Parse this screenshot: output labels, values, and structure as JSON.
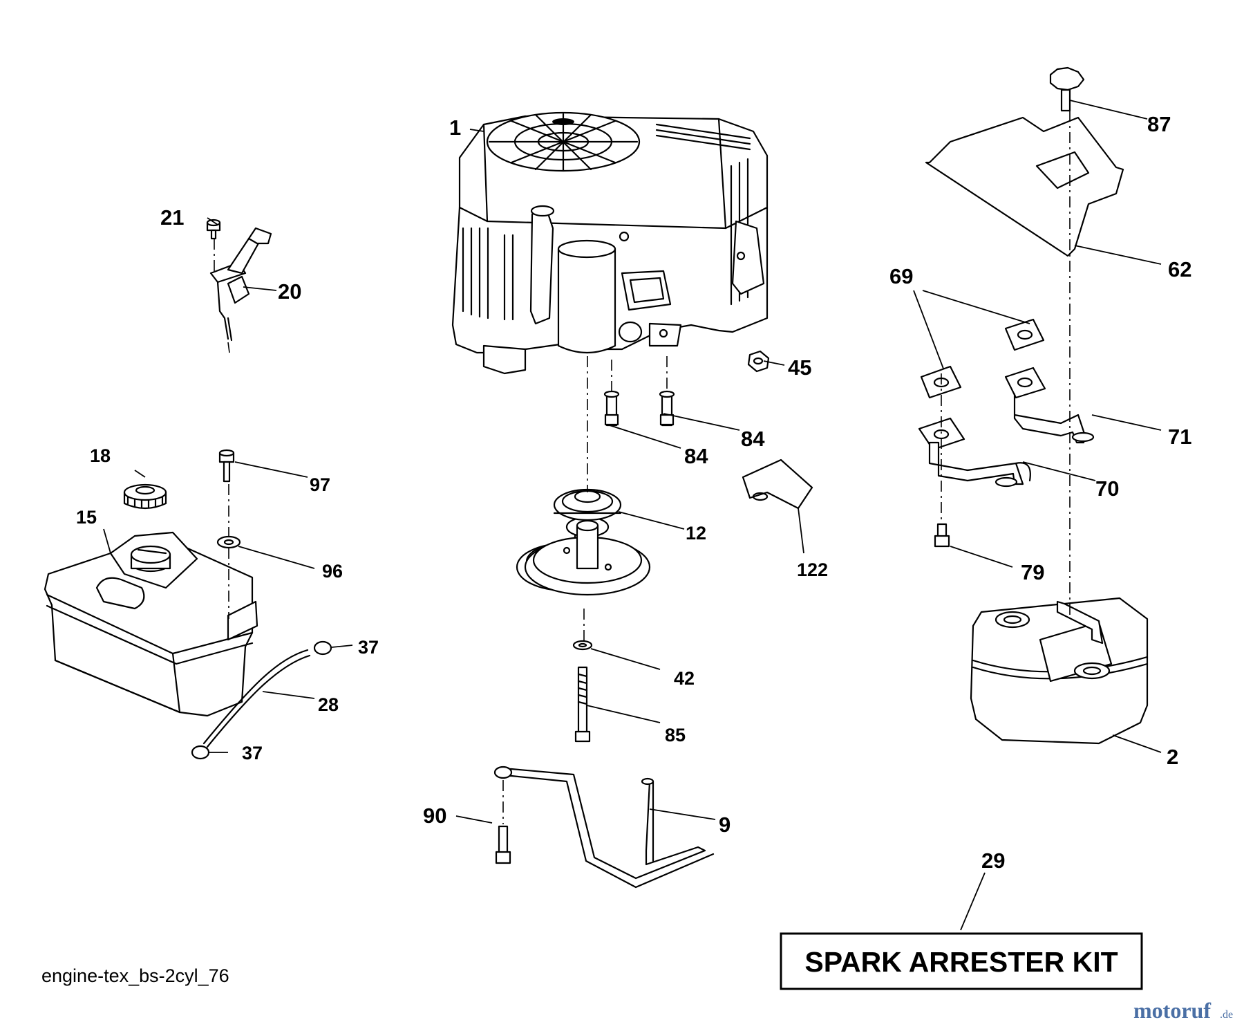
{
  "diagram": {
    "callouts": {
      "c1": "1",
      "c2": "2",
      "c9": "9",
      "c12": "12",
      "c15": "15",
      "c18": "18",
      "c20": "20",
      "c21": "21",
      "c28": "28",
      "c29": "29",
      "c37a": "37",
      "c37b": "37",
      "c42": "42",
      "c45": "45",
      "c62": "62",
      "c69": "69",
      "c70": "70",
      "c71": "71",
      "c79": "79",
      "c84a": "84",
      "c84b": "84",
      "c85": "85",
      "c87": "87",
      "c90": "90",
      "c96": "96",
      "c97": "97",
      "c122": "122"
    },
    "kit_box_label": "SPARK ARRESTER KIT",
    "drawing_code": "engine-tex_bs-2cyl_76"
  },
  "watermark": {
    "text": "motoruf",
    "suffix": ".de",
    "color": "#4a6fa5"
  }
}
